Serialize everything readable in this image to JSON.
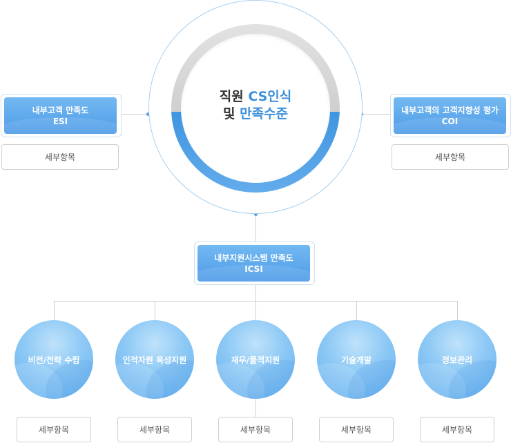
{
  "center": {
    "line1_prefix": "직원 ",
    "line1_highlight": "CS인식",
    "line2_prefix": "및 ",
    "line2_highlight": "만족수준"
  },
  "left_node": {
    "title": "내부고객 만족도",
    "code": "ESI",
    "detail": "세부항목"
  },
  "right_node": {
    "title": "내부고객의 고객지향성 평가",
    "code": "COI",
    "detail": "세부항목"
  },
  "middle_node": {
    "title": "내부지원시스템 만족도",
    "code": "ICSI"
  },
  "sub_items": [
    {
      "label": "비전/전략 수립",
      "detail": "세부항목"
    },
    {
      "label": "인적자원 육성지원",
      "detail": "세부항목"
    },
    {
      "label": "재무/물적지원",
      "detail": "세부항목"
    },
    {
      "label": "기술개발",
      "detail": "세부항목"
    },
    {
      "label": "정보관리",
      "detail": "세부항목"
    }
  ],
  "colors": {
    "accent": "#3c8fdc",
    "box": "#4e9be8",
    "line": "#cfcfcf"
  }
}
